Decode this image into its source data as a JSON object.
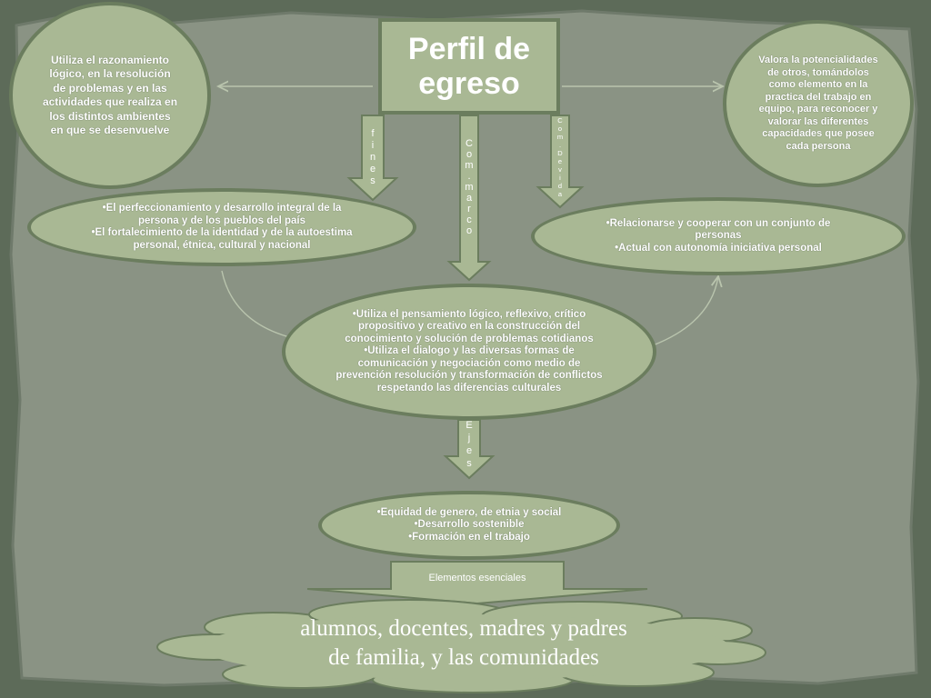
{
  "title": "Perfil de egreso",
  "left_circle": "Utiliza el razonamiento lógico, en la resolución de problemas y en las actividades que realiza en los distintos ambientes en que se desenvuelve",
  "right_circle": "Valora la potencialidades de otros, tomándolos como elemento en la practica del trabajo en equipo, para reconocer y valorar las diferentes capacidades que posee cada persona",
  "arrows": {
    "fines": "fines",
    "marco": "Com.marco",
    "comp": "Com.De vida",
    "ejes": "Ejes",
    "elementos": "Elementos esenciales"
  },
  "fines_oval": [
    "•El perfeccionamiento y desarrollo integral de la persona y de los pueblos del país",
    "•El fortalecimiento de la identidad y de la autoestima personal, étnica, cultural y nacional"
  ],
  "comp_oval": [
    "•Relacionarse y cooperar  con un conjunto de personas",
    "•Actual con autonomía iniciativa personal"
  ],
  "center_oval": [
    "•Utiliza el pensamiento lógico, reflexivo, crítico propositivo y creativo en la construcción del conocimiento y solución de problemas cotidianos",
    "•Utiliza el dialogo y las diversas formas de comunicación y negociación como medio de prevención resolución y transformación de conflictos respetando las diferencias culturales"
  ],
  "ejes_oval": [
    "•Equidad de genero, de etnia y social",
    "•Desarrollo sostenible",
    "•Formación en el trabajo"
  ],
  "cloud": [
    "alumnos, docentes, madres y padres",
    "de familia, y  las comunidades"
  ],
  "colors": {
    "shape_fill": "#a9b894",
    "shape_border": "#6b7d5e",
    "background": "#8a9384",
    "frame": "#5d6b59"
  }
}
